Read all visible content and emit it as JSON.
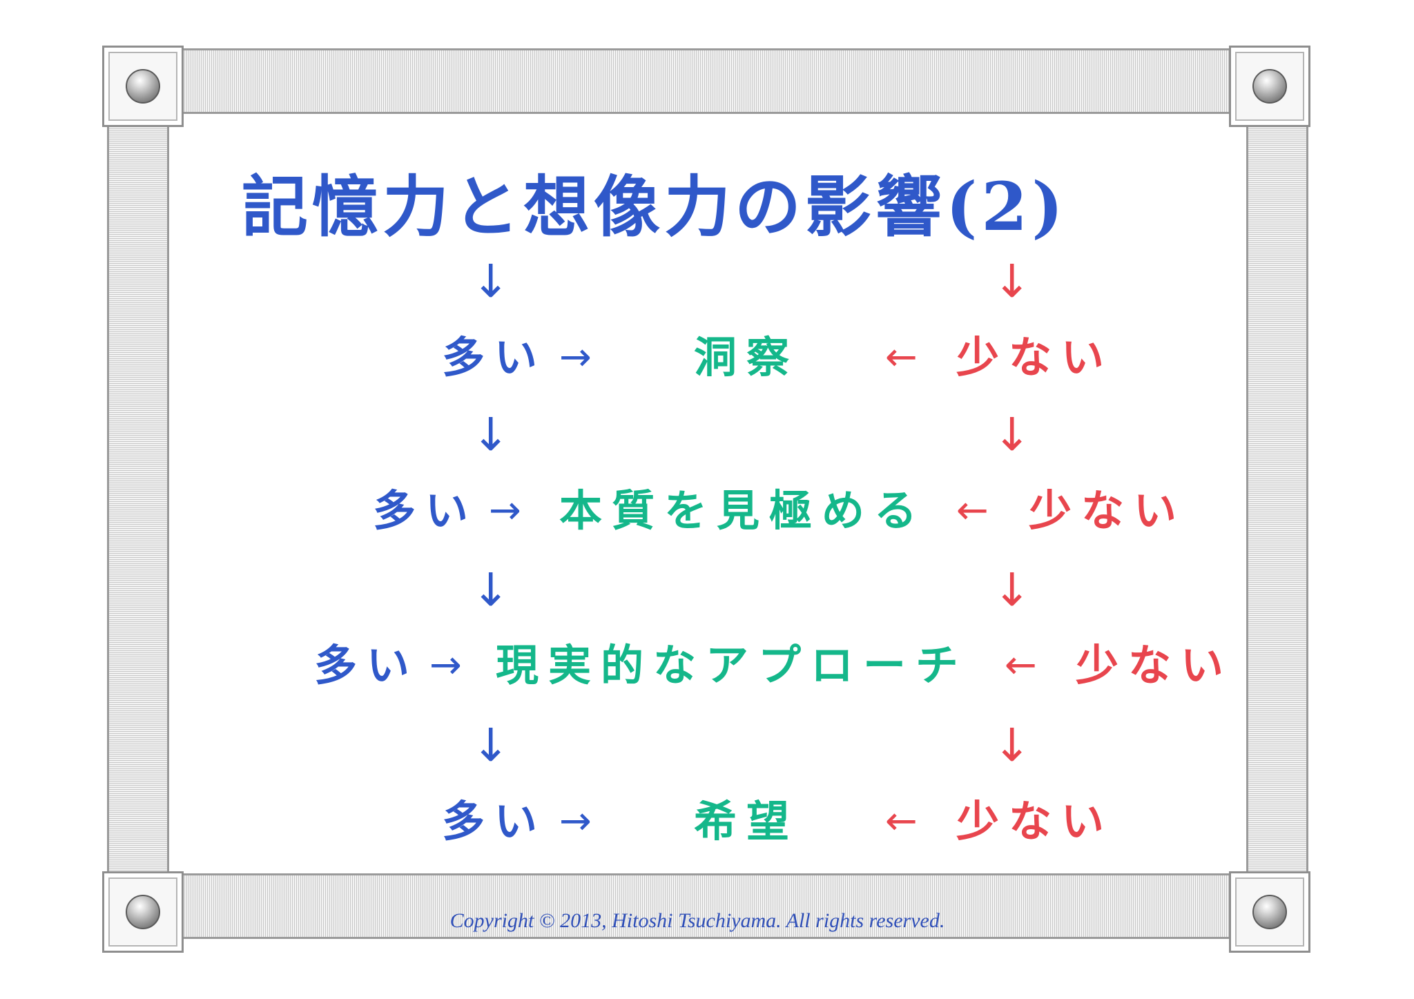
{
  "title": "記憶力と想像力の影響(2)",
  "arrows": {
    "down": "↓",
    "right": "→",
    "left": "←"
  },
  "rows": [
    {
      "left": "多い",
      "center": "洞察",
      "right": "少ない"
    },
    {
      "left": "多い",
      "center": "本質を見極める",
      "right": "少ない"
    },
    {
      "left": "多い",
      "center": "現実的なアプローチ",
      "right": "少ない"
    },
    {
      "left": "多い",
      "center": "希望",
      "right": "少ない"
    }
  ],
  "copyright": "Copyright © 2013, Hitoshi Tsuchiyama. All rights reserved.",
  "colors": {
    "blue": "#2f58c9",
    "green": "#14b78a",
    "red": "#e8454d"
  }
}
